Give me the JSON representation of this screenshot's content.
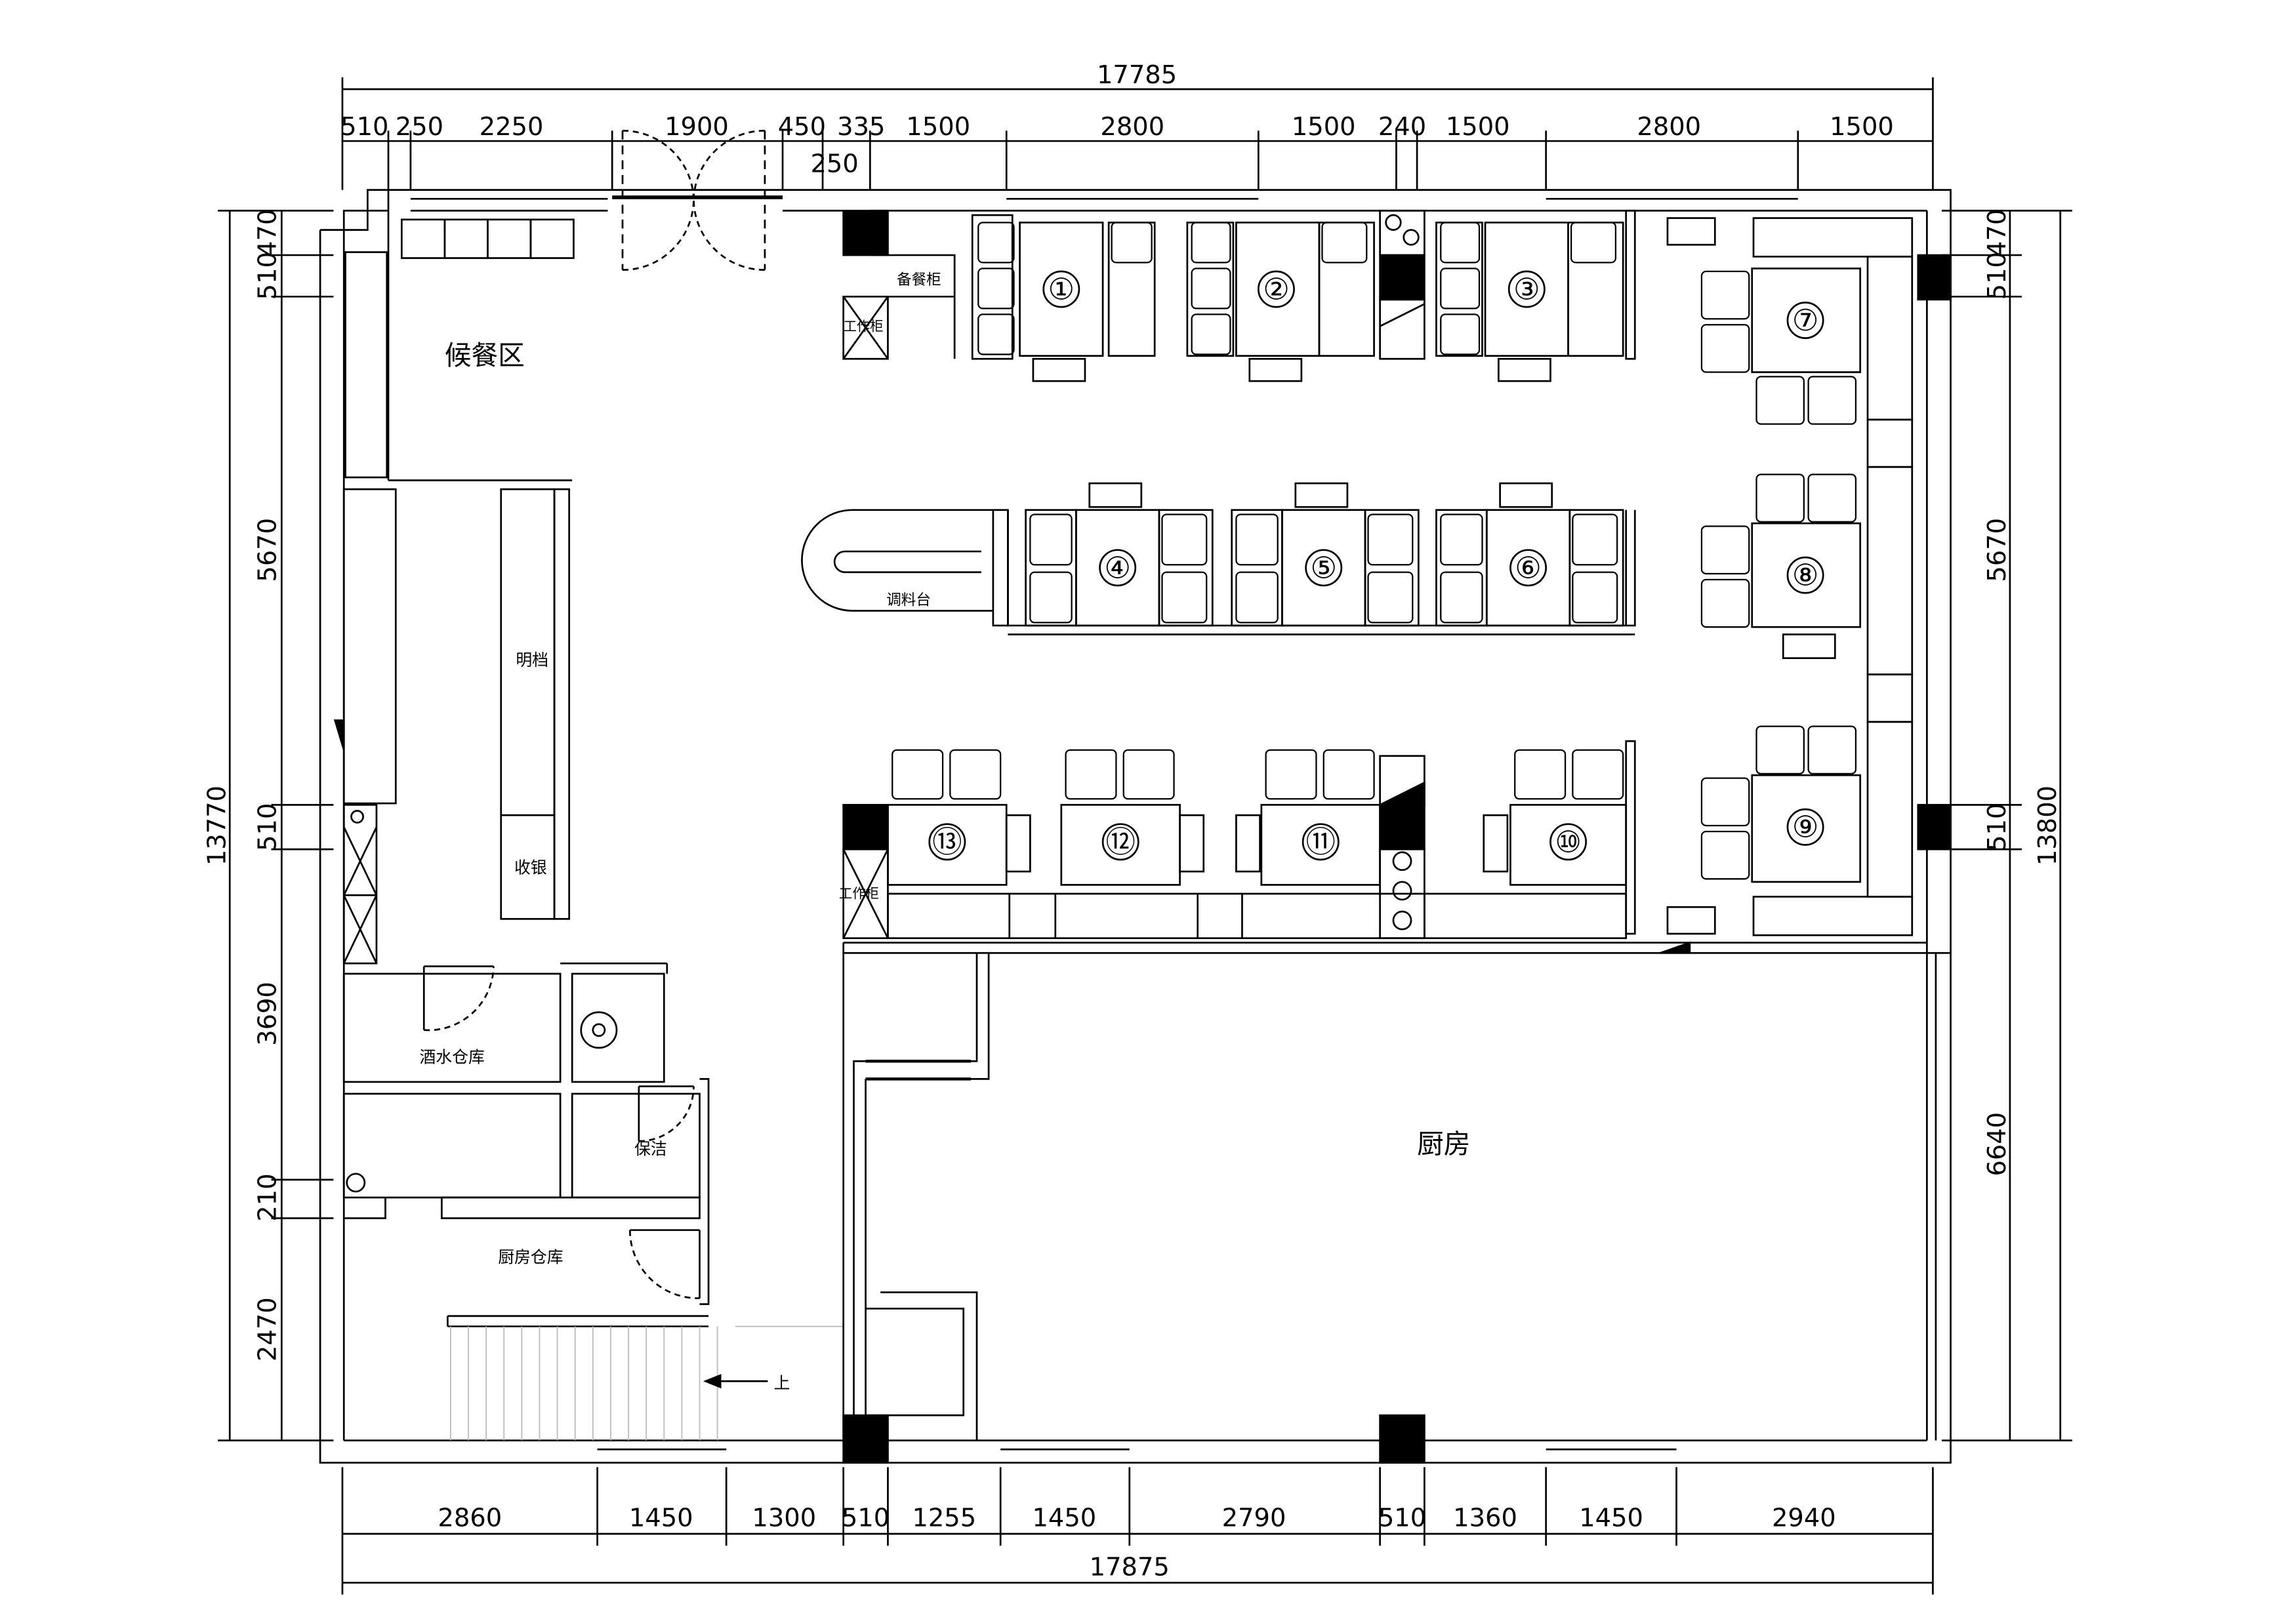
{
  "top_dims": {
    "total": "17785",
    "segments": [
      "510",
      "250",
      "2250",
      "1900",
      "450",
      "335",
      "1500",
      "2800",
      "1500",
      "240",
      "1500",
      "2800",
      "1500"
    ],
    "door_width": "250"
  },
  "bottom_dims": {
    "total": "17875",
    "segments": [
      "2860",
      "1450",
      "1300",
      "510",
      "1255",
      "1450",
      "2790",
      "510",
      "1360",
      "1450",
      "2940"
    ]
  },
  "left_dims": {
    "total": "13770",
    "segments": [
      "510",
      "470",
      "5670",
      "510",
      "3690",
      "210",
      "2470"
    ]
  },
  "right_dims": {
    "total": "13800",
    "segments": [
      "510",
      "470",
      "5670",
      "510",
      "6640"
    ]
  },
  "rooms": {
    "waiting_area": "候餐区",
    "kitchen": "厨房",
    "liquor_storage": "酒水仓库",
    "cleaning": "保洁",
    "kitchen_storage": "厨房仓库",
    "open_counter": "明档",
    "cashier": "收银",
    "sauce_station": "调料台",
    "serving_cabinet": "备餐柜",
    "work_cabinet_top": "工作柜",
    "work_cabinet_bottom": "工作柜",
    "stairs_up": "上"
  },
  "tables": [
    "①",
    "②",
    "③",
    "④",
    "⑤",
    "⑥",
    "⑦",
    "⑧",
    "⑨",
    "⑩",
    "⑪",
    "⑫",
    "⑬"
  ]
}
